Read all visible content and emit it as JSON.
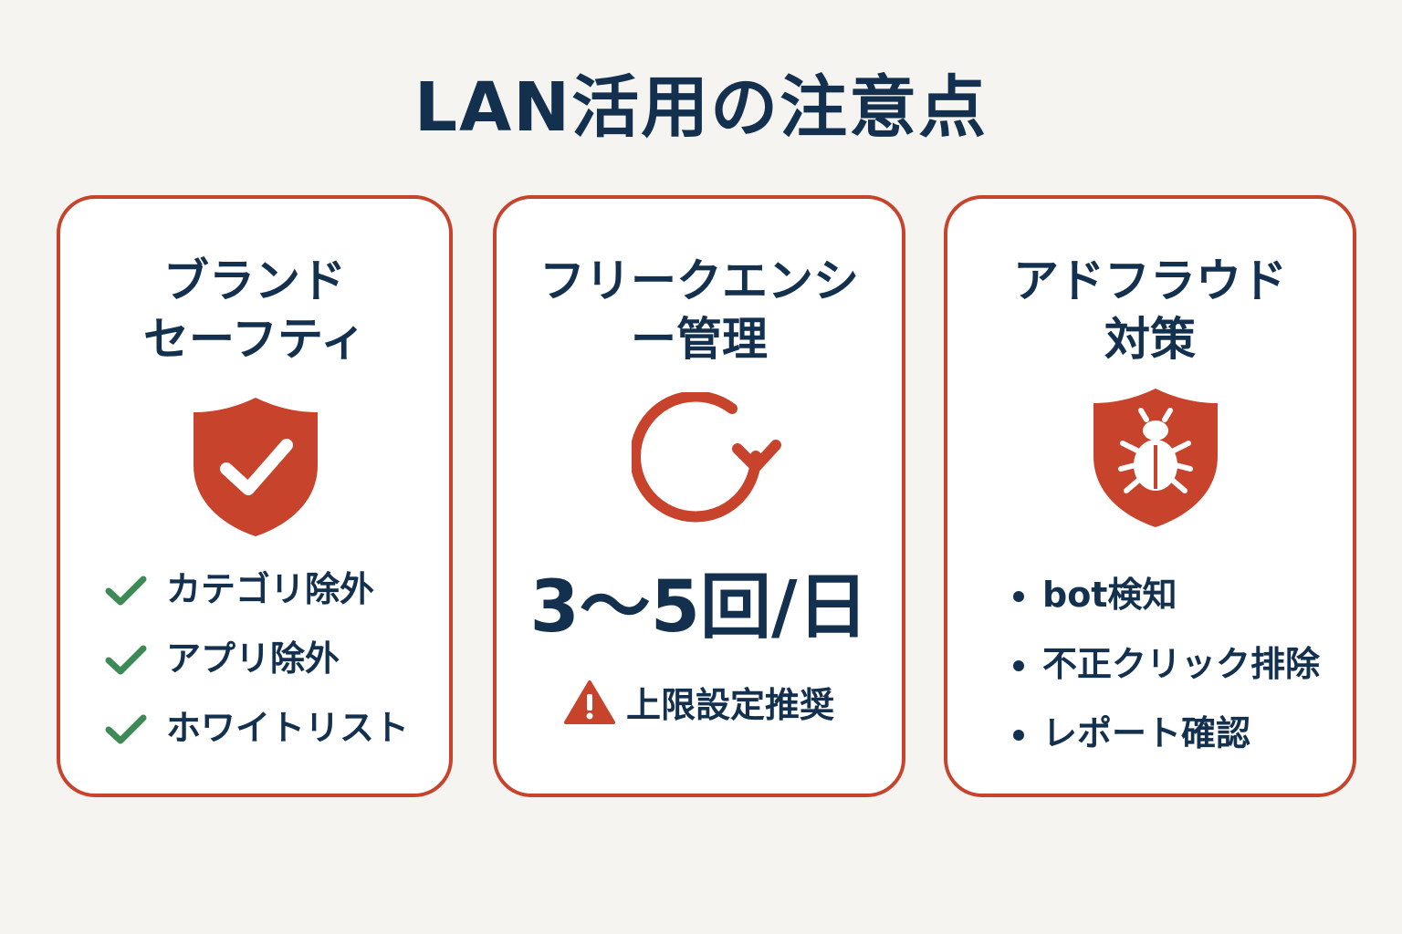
{
  "title": "LAN活用の注意点",
  "colors": {
    "accent": "#c8432c",
    "navy": "#13304e",
    "check": "#3e8a57",
    "background": "#f6f4f1"
  },
  "cards": [
    {
      "title_lines": [
        "ブランド",
        "セーフティ"
      ],
      "icon": "shield-check-icon",
      "items": [
        "カテゴリ除外",
        "アプリ除外",
        "ホワイトリスト"
      ]
    },
    {
      "title_lines": [
        "フリークエンシ",
        "ー管理"
      ],
      "icon": "refresh-arrow-icon",
      "value": "3〜5回/日",
      "note": "上限設定推奨",
      "note_icon": "warning-icon"
    },
    {
      "title_lines": [
        "アドフラウド",
        "対策"
      ],
      "icon": "shield-bug-icon",
      "items": [
        "bot検知",
        "不正クリック排除",
        "レポート確認"
      ]
    }
  ]
}
